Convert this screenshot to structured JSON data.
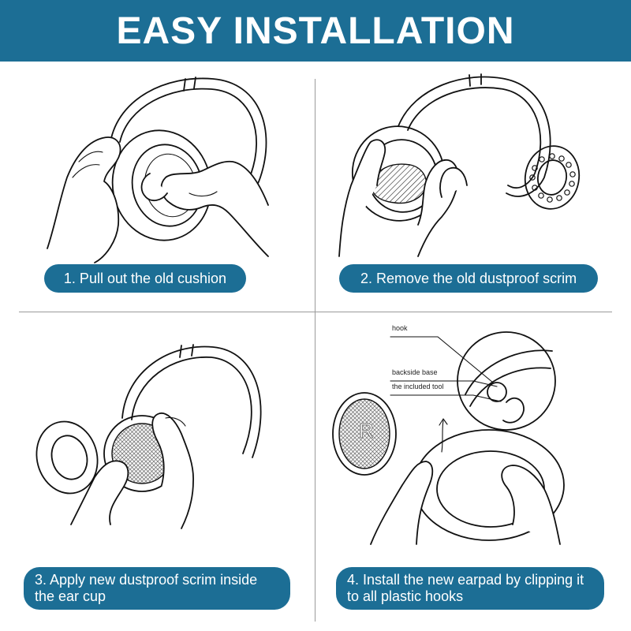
{
  "header": {
    "title": "EASY INSTALLATION",
    "bg_color": "#1c6e95"
  },
  "steps": [
    {
      "label": "1. Pull out the old cushion"
    },
    {
      "label": "2. Remove the old dustproof scrim"
    },
    {
      "label": "3. Apply new dustproof scrim inside the ear cup"
    },
    {
      "label": "4. Install the new earpad by clipping it to all plastic hooks"
    }
  ],
  "callouts": {
    "hook": "hook",
    "backside_base": "backside base",
    "included_tool": "the included tool"
  },
  "colors": {
    "accent": "#1c6e95",
    "line": "#111111",
    "divider": "#9a9a9a"
  }
}
